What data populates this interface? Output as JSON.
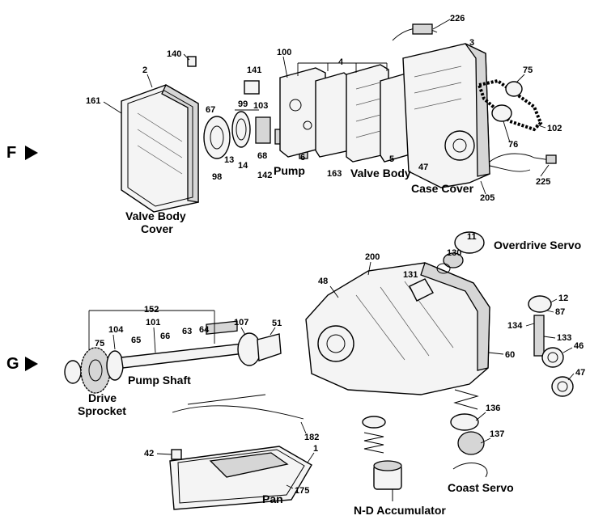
{
  "sections": {
    "f": "F",
    "g": "G",
    "arrow_icon": "right-triangle-arrow"
  },
  "captions": {
    "valve_body_cover_1": "Valve Body",
    "valve_body_cover_2": "Cover",
    "pump": "Pump",
    "valve_body": "Valve Body",
    "case_cover": "Case Cover",
    "overdrive_servo": "Overdrive Servo",
    "pump_shaft": "Pump Shaft",
    "drive_sprocket_1": "Drive",
    "drive_sprocket_2": "Sprocket",
    "pan": "Pan",
    "nd_accumulator": "N-D Accumulator",
    "coast_servo": "Coast Servo"
  },
  "callouts": {
    "c226": "226",
    "c140": "140",
    "c2": "2",
    "c100": "100",
    "c4": "4",
    "c3": "3",
    "c75a": "75",
    "c141": "141",
    "c161": "161",
    "c67": "67",
    "c99": "99",
    "c103": "103",
    "c102": "102",
    "c76": "76",
    "c13": "13",
    "c14": "14",
    "c68": "68",
    "c5": "5",
    "c47a": "47",
    "c98": "98",
    "c142": "142",
    "c6": "6",
    "c163": "163",
    "c225": "225",
    "c205": "205",
    "c11": "11",
    "c130": "130",
    "c200": "200",
    "c48": "48",
    "c131": "131",
    "c12": "12",
    "c87": "87",
    "c134": "134",
    "c133": "133",
    "c46": "46",
    "c60": "60",
    "c47b": "47",
    "c152": "152",
    "c104": "104",
    "c101": "101",
    "c107": "107",
    "c51": "51",
    "c75b": "75",
    "c65": "65",
    "c66": "66",
    "c63": "63",
    "c64": "64",
    "c136": "136",
    "c137": "137",
    "c182": "182",
    "c42": "42",
    "c1": "1",
    "c175": "175"
  }
}
